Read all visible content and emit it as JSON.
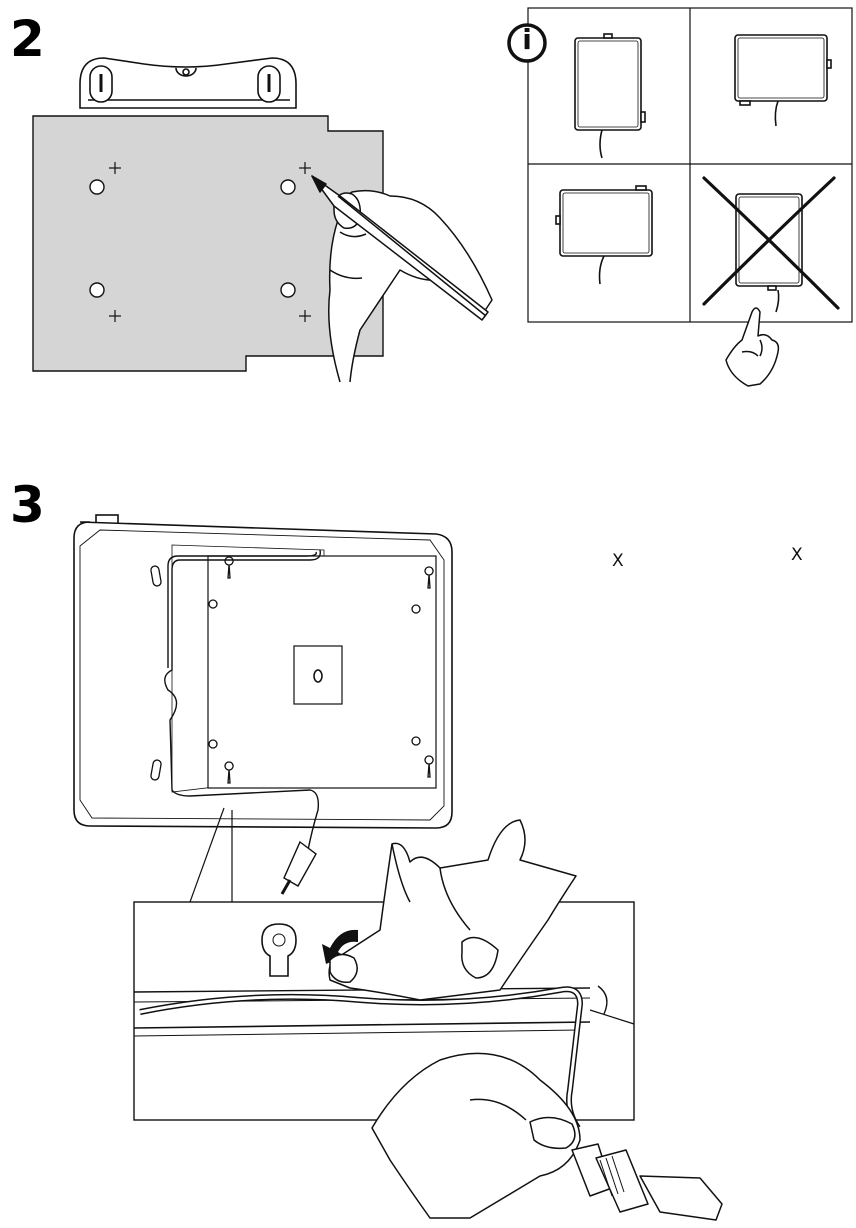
{
  "steps": [
    {
      "number": "2"
    },
    {
      "number": "3"
    }
  ],
  "info_icon": {
    "symbol": "i"
  },
  "markers": {
    "x_left": "X",
    "x_right": "X"
  },
  "colors": {
    "panel_fill": "#d5d5d5",
    "line": "#111111",
    "background": "#ffffff"
  }
}
